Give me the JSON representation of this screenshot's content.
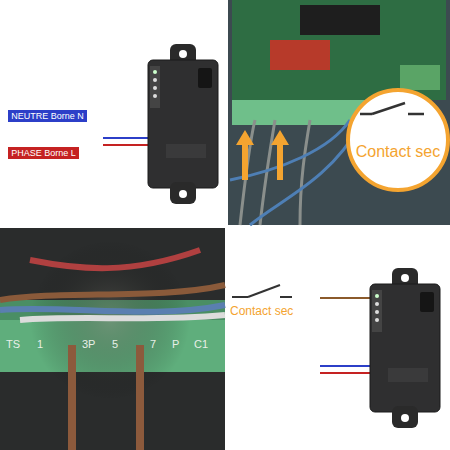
{
  "diagram": {
    "nodes": [
      {
        "text": [
          "NEUTRE Borne N"
        ]
      },
      {
        "text": [
          "PHASE Borne L"
        ]
      },
      {
        "text": [
          "Contact sec"
        ]
      }
    ],
    "labels": [
      "Contact sec",
      "TS",
      "1",
      "3P",
      "5",
      "7",
      "P",
      "C1"
    ]
  }
}
